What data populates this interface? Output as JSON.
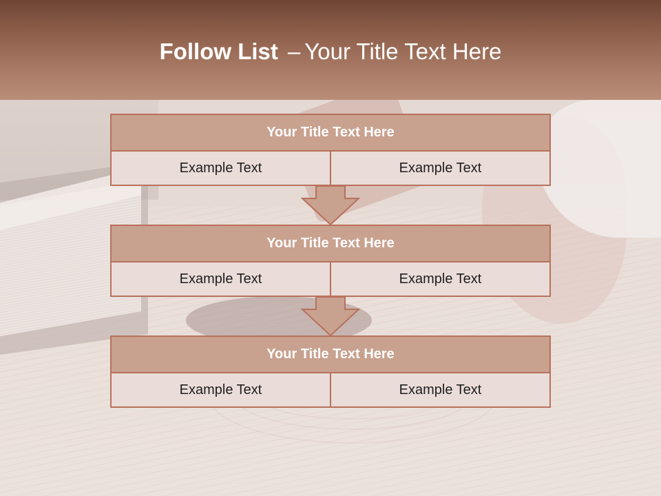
{
  "slide": {
    "title_main": "Follow List",
    "title_dash": "–",
    "title_rest": "Your Title Text Here"
  },
  "blocks": [
    {
      "title": "Your Title Text Here",
      "left": "Example Text",
      "right": "Example Text"
    },
    {
      "title": "Your Title Text Here",
      "left": "Example Text",
      "right": "Example Text"
    },
    {
      "title": "Your Title Text Here",
      "left": "Example Text",
      "right": "Example Text"
    }
  ],
  "colors": {
    "header_top": "#6d4634",
    "header_bottom": "#b98d78",
    "block_title_fill": "#c9a18f",
    "block_border": "#b7715c",
    "cell_fill": "#eadcd9",
    "arrow_fill": "#c9a18f"
  },
  "background_image": "courtroom-gavel-book-photo"
}
